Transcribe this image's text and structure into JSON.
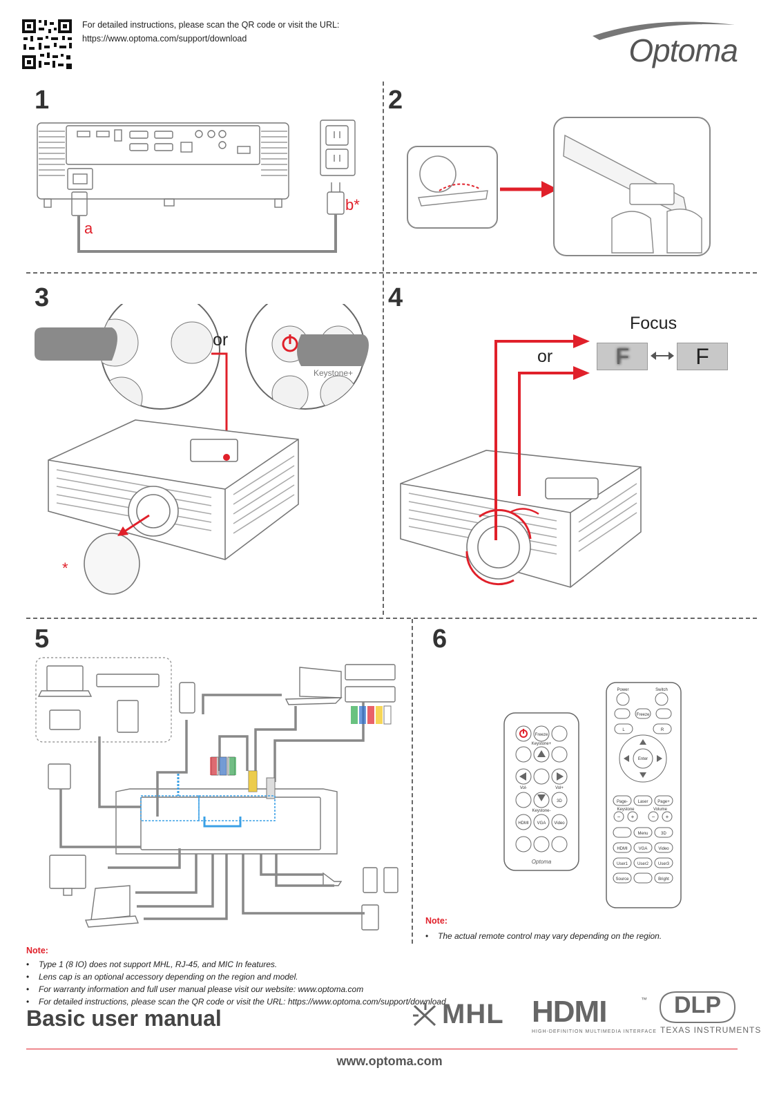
{
  "header": {
    "instruction_line1": "For detailed instructions, please scan the QR code or visit the URL:",
    "instruction_line2": "https://www.optoma.com/support/download",
    "brand": "Optoma"
  },
  "steps": {
    "s1": "1",
    "s2": "2",
    "s3": "3",
    "s4": "4",
    "s5": "5",
    "s6": "6"
  },
  "step1": {
    "label_a": "a",
    "label_b": "b*"
  },
  "step3": {
    "or": "or",
    "asterisk": "*",
    "keystone_label": "Keystone+"
  },
  "step4": {
    "or": "or",
    "focus_title": "Focus",
    "letter_blur": "F",
    "letter_sharp": "F"
  },
  "step6": {
    "note_title": "Note:",
    "note_item": "The actual remote control may vary depending on the region."
  },
  "remote_small": {
    "row1": [
      "",
      "Freeze",
      ""
    ],
    "row3": [
      "Vol-",
      "",
      "Vol+"
    ],
    "row4_label": "Keystone-",
    "row4": [
      "",
      "",
      "3D"
    ],
    "row5": [
      "HDMI",
      "VGA",
      "Video"
    ],
    "brand": "Optoma",
    "keystone_plus": "Keystone+"
  },
  "remote_large": {
    "top_labels": [
      "Power",
      "Switch"
    ],
    "row2": [
      "",
      "Freeze",
      ""
    ],
    "row3": [
      "L",
      "R"
    ],
    "enter": "Enter",
    "page_row": [
      "Page-",
      "Laser",
      "Page+"
    ],
    "keystone_label": "Keystone",
    "volume_label": "Volume",
    "pm_row": [
      "−",
      "+",
      "−",
      "+"
    ],
    "row7": [
      "",
      "Menu",
      "3D"
    ],
    "row8": [
      "HDMI",
      "VGA",
      "Video"
    ],
    "row9": [
      "User1",
      "User2",
      "User3"
    ],
    "row10": [
      "Source",
      "",
      "Bright"
    ]
  },
  "notes": {
    "title": "Note:",
    "items": [
      "Type 1 (8 IO) does not support MHL, RJ-45, and MIC In features.",
      "Lens cap is an optional accessory depending on the region and model.",
      "For warranty information and full user manual please visit our website: www.optoma.com",
      "For detailed instructions, please scan the QR code or visit the URL: https://www.optoma.com/support/download"
    ]
  },
  "footer": {
    "title": "Basic user manual",
    "url": "www.optoma.com",
    "mhl": "MHL",
    "hdmi": "HDMI",
    "hdmi_tm": "™",
    "hdmi_sub": "HIGH-DEFINITION MULTIMEDIA INTERFACE",
    "dlp": "DLP",
    "dlp_sub": "TEXAS INSTRUMENTS"
  },
  "colors": {
    "accent_red": "#e0202a",
    "line_gray": "#666666",
    "device_gray": "#8a8a8a"
  }
}
